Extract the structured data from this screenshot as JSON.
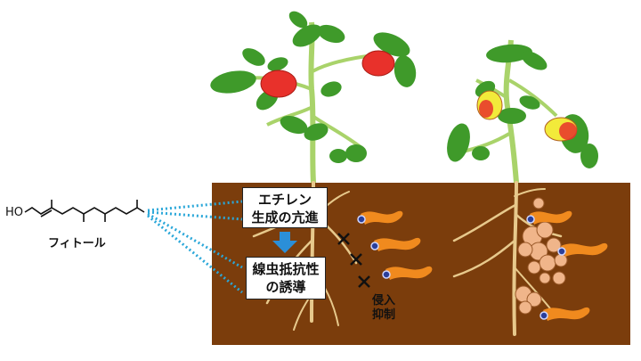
{
  "molecule": {
    "hydroxyl": "HO",
    "name": "フィトール"
  },
  "box_top": {
    "line1": "エチレン",
    "line2": "生成の亢進"
  },
  "box_bottom": {
    "line1": "線虫抵抗性",
    "line2": "の誘導"
  },
  "invasion": {
    "line1": "侵入",
    "line2": "抑制"
  },
  "colors": {
    "soil": "#7b3d0c",
    "root": "#e7c98c",
    "stem": "#a9d36a",
    "leaf": "#3f9a2a",
    "tomato": "#e8312b",
    "unripe_tomato": "#f2ea3a",
    "nematode": "#f08a1e",
    "gall": "#f0b58a",
    "dotted_line": "#2aa7d9",
    "arrow": "#2b8fd8"
  }
}
